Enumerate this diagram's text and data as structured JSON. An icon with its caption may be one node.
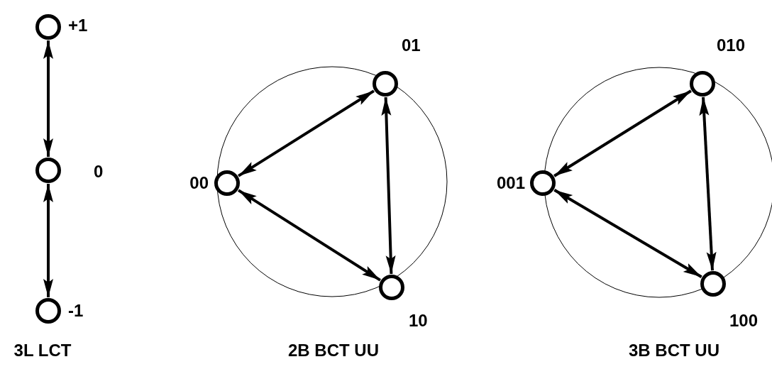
{
  "diagram": {
    "nodes": [
      {
        "text": [],
        "shape": "circle",
        "beside": [
          "+1"
        ]
      },
      {
        "text": [],
        "shape": "circle",
        "beside": [
          "0"
        ]
      },
      {
        "text": [],
        "shape": "circle",
        "beside": [
          "-1"
        ]
      },
      {
        "text": [],
        "shape": "circle",
        "beside": [
          "01"
        ]
      },
      {
        "text": [],
        "shape": "circle",
        "beside": [
          "00"
        ]
      },
      {
        "text": [],
        "shape": "circle",
        "beside": [
          "10"
        ]
      },
      {
        "text": [],
        "shape": "circle",
        "beside": [
          "010"
        ]
      },
      {
        "text": [],
        "shape": "circle",
        "beside": [
          "001"
        ]
      },
      {
        "text": [],
        "shape": "circle",
        "beside": [
          "100"
        ]
      }
    ],
    "edges": [
      {
        "from": 0,
        "to": 1,
        "arrow": "both"
      },
      {
        "from": 1,
        "to": 2,
        "arrow": "both"
      },
      {
        "from": 4,
        "to": 3,
        "arrow": "both"
      },
      {
        "from": 3,
        "to": 5,
        "arrow": "both"
      },
      {
        "from": 4,
        "to": 5,
        "arrow": "both"
      },
      {
        "from": 7,
        "to": 6,
        "arrow": "both"
      },
      {
        "from": 6,
        "to": 8,
        "arrow": "both"
      },
      {
        "from": 7,
        "to": 8,
        "arrow": "both"
      }
    ],
    "labels": [
      "3L LCT",
      "2B BCT UU",
      "3B BCT UU"
    ]
  }
}
